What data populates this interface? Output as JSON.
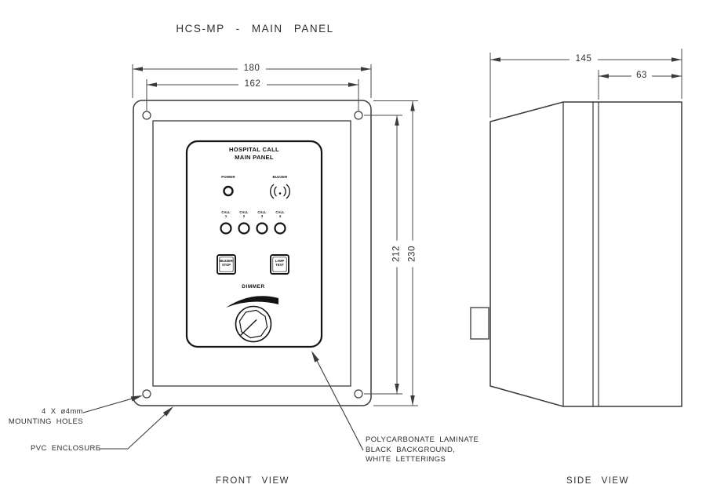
{
  "drawing": {
    "title": "HCS-MP - MAIN PANEL",
    "front_view_label": "FRONT VIEW",
    "side_view_label": "SIDE VIEW"
  },
  "dimensions": {
    "front_outer_width": "180",
    "front_hole_pitch_width": "162",
    "front_hole_pitch_height": "212",
    "front_outer_height": "230",
    "side_total_depth": "145",
    "side_front_depth": "63"
  },
  "panel_face": {
    "header_line1": "HOSPITAL CALL",
    "header_line2": "MAIN PANEL",
    "power_label": "POWER",
    "buzzer_label": "BUZZER",
    "call_indicators": [
      {
        "label": "CALL",
        "number": "1"
      },
      {
        "label": "CALL",
        "number": "2"
      },
      {
        "label": "CALL",
        "number": "3"
      },
      {
        "label": "CALL",
        "number": "4"
      }
    ],
    "buttons": [
      {
        "line1": "BUZZER",
        "line2": "STOP"
      },
      {
        "line1": "LAMP",
        "line2": "TEST"
      }
    ],
    "dimmer_label": "DIMMER"
  },
  "callouts": {
    "mounting_holes_line1": "4 X ø4mm",
    "mounting_holes_line2": "MOUNTING HOLES",
    "pvc_enclosure": "PVC ENCLOSURE",
    "laminate_line1": "POLYCARBONATE LAMINATE",
    "laminate_line2": "BLACK BACKGROUND,",
    "laminate_line3": "WHITE LETTERINGS"
  },
  "colors": {
    "line": "#2f2f2f",
    "panel_ink": "#101010",
    "background": "#ffffff"
  }
}
